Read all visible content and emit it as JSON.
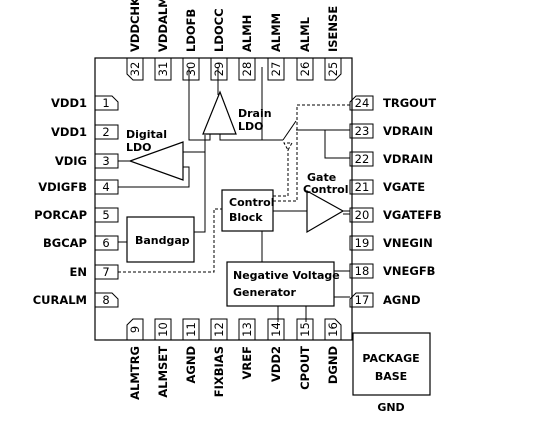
{
  "pins_left": [
    {
      "num": "1",
      "name": "VDD1"
    },
    {
      "num": "2",
      "name": "VDD1"
    },
    {
      "num": "3",
      "name": "VDIG"
    },
    {
      "num": "4",
      "name": "VDIGFB"
    },
    {
      "num": "5",
      "name": "PORCAP"
    },
    {
      "num": "6",
      "name": "BGCAP"
    },
    {
      "num": "7",
      "name": "EN"
    },
    {
      "num": "8",
      "name": "CURALM"
    }
  ],
  "pins_bottom": [
    {
      "num": "9",
      "name": "ALMTRG"
    },
    {
      "num": "10",
      "name": "ALMSET"
    },
    {
      "num": "11",
      "name": "AGND"
    },
    {
      "num": "12",
      "name": "FIXBIAS"
    },
    {
      "num": "13",
      "name": "VREF"
    },
    {
      "num": "14",
      "name": "VDD2"
    },
    {
      "num": "15",
      "name": "CPOUT"
    },
    {
      "num": "16",
      "name": "DGND"
    }
  ],
  "pins_right": [
    {
      "num": "17",
      "name": "AGND"
    },
    {
      "num": "18",
      "name": "VNEGFB"
    },
    {
      "num": "19",
      "name": "VNEGIN"
    },
    {
      "num": "20",
      "name": "VGATEFB"
    },
    {
      "num": "21",
      "name": "VGATE"
    },
    {
      "num": "22",
      "name": "VDRAIN"
    },
    {
      "num": "23",
      "name": "VDRAIN"
    },
    {
      "num": "24",
      "name": "TRGOUT"
    }
  ],
  "pins_top": [
    {
      "num": "25",
      "name": "ISENSE"
    },
    {
      "num": "26",
      "name": "ALML"
    },
    {
      "num": "27",
      "name": "ALMM"
    },
    {
      "num": "28",
      "name": "ALMH"
    },
    {
      "num": "29",
      "name": "LDOCC"
    },
    {
      "num": "30",
      "name": "LDOFB"
    },
    {
      "num": "31",
      "name": "VDDALM"
    },
    {
      "num": "32",
      "name": "VDDCHK"
    }
  ],
  "blocks": {
    "digital_ldo": [
      "Digital",
      "LDO"
    ],
    "drain_ldo": [
      "Drain",
      "LDO"
    ],
    "gate_control": [
      "Gate",
      "Control"
    ],
    "control_block": [
      "Control",
      "Block"
    ],
    "bandgap": "Bandgap",
    "negative_voltage": [
      "Negative Voltage",
      "Generator"
    ],
    "package_base": [
      "PACKAGE",
      "BASE"
    ],
    "gnd": "GND"
  }
}
